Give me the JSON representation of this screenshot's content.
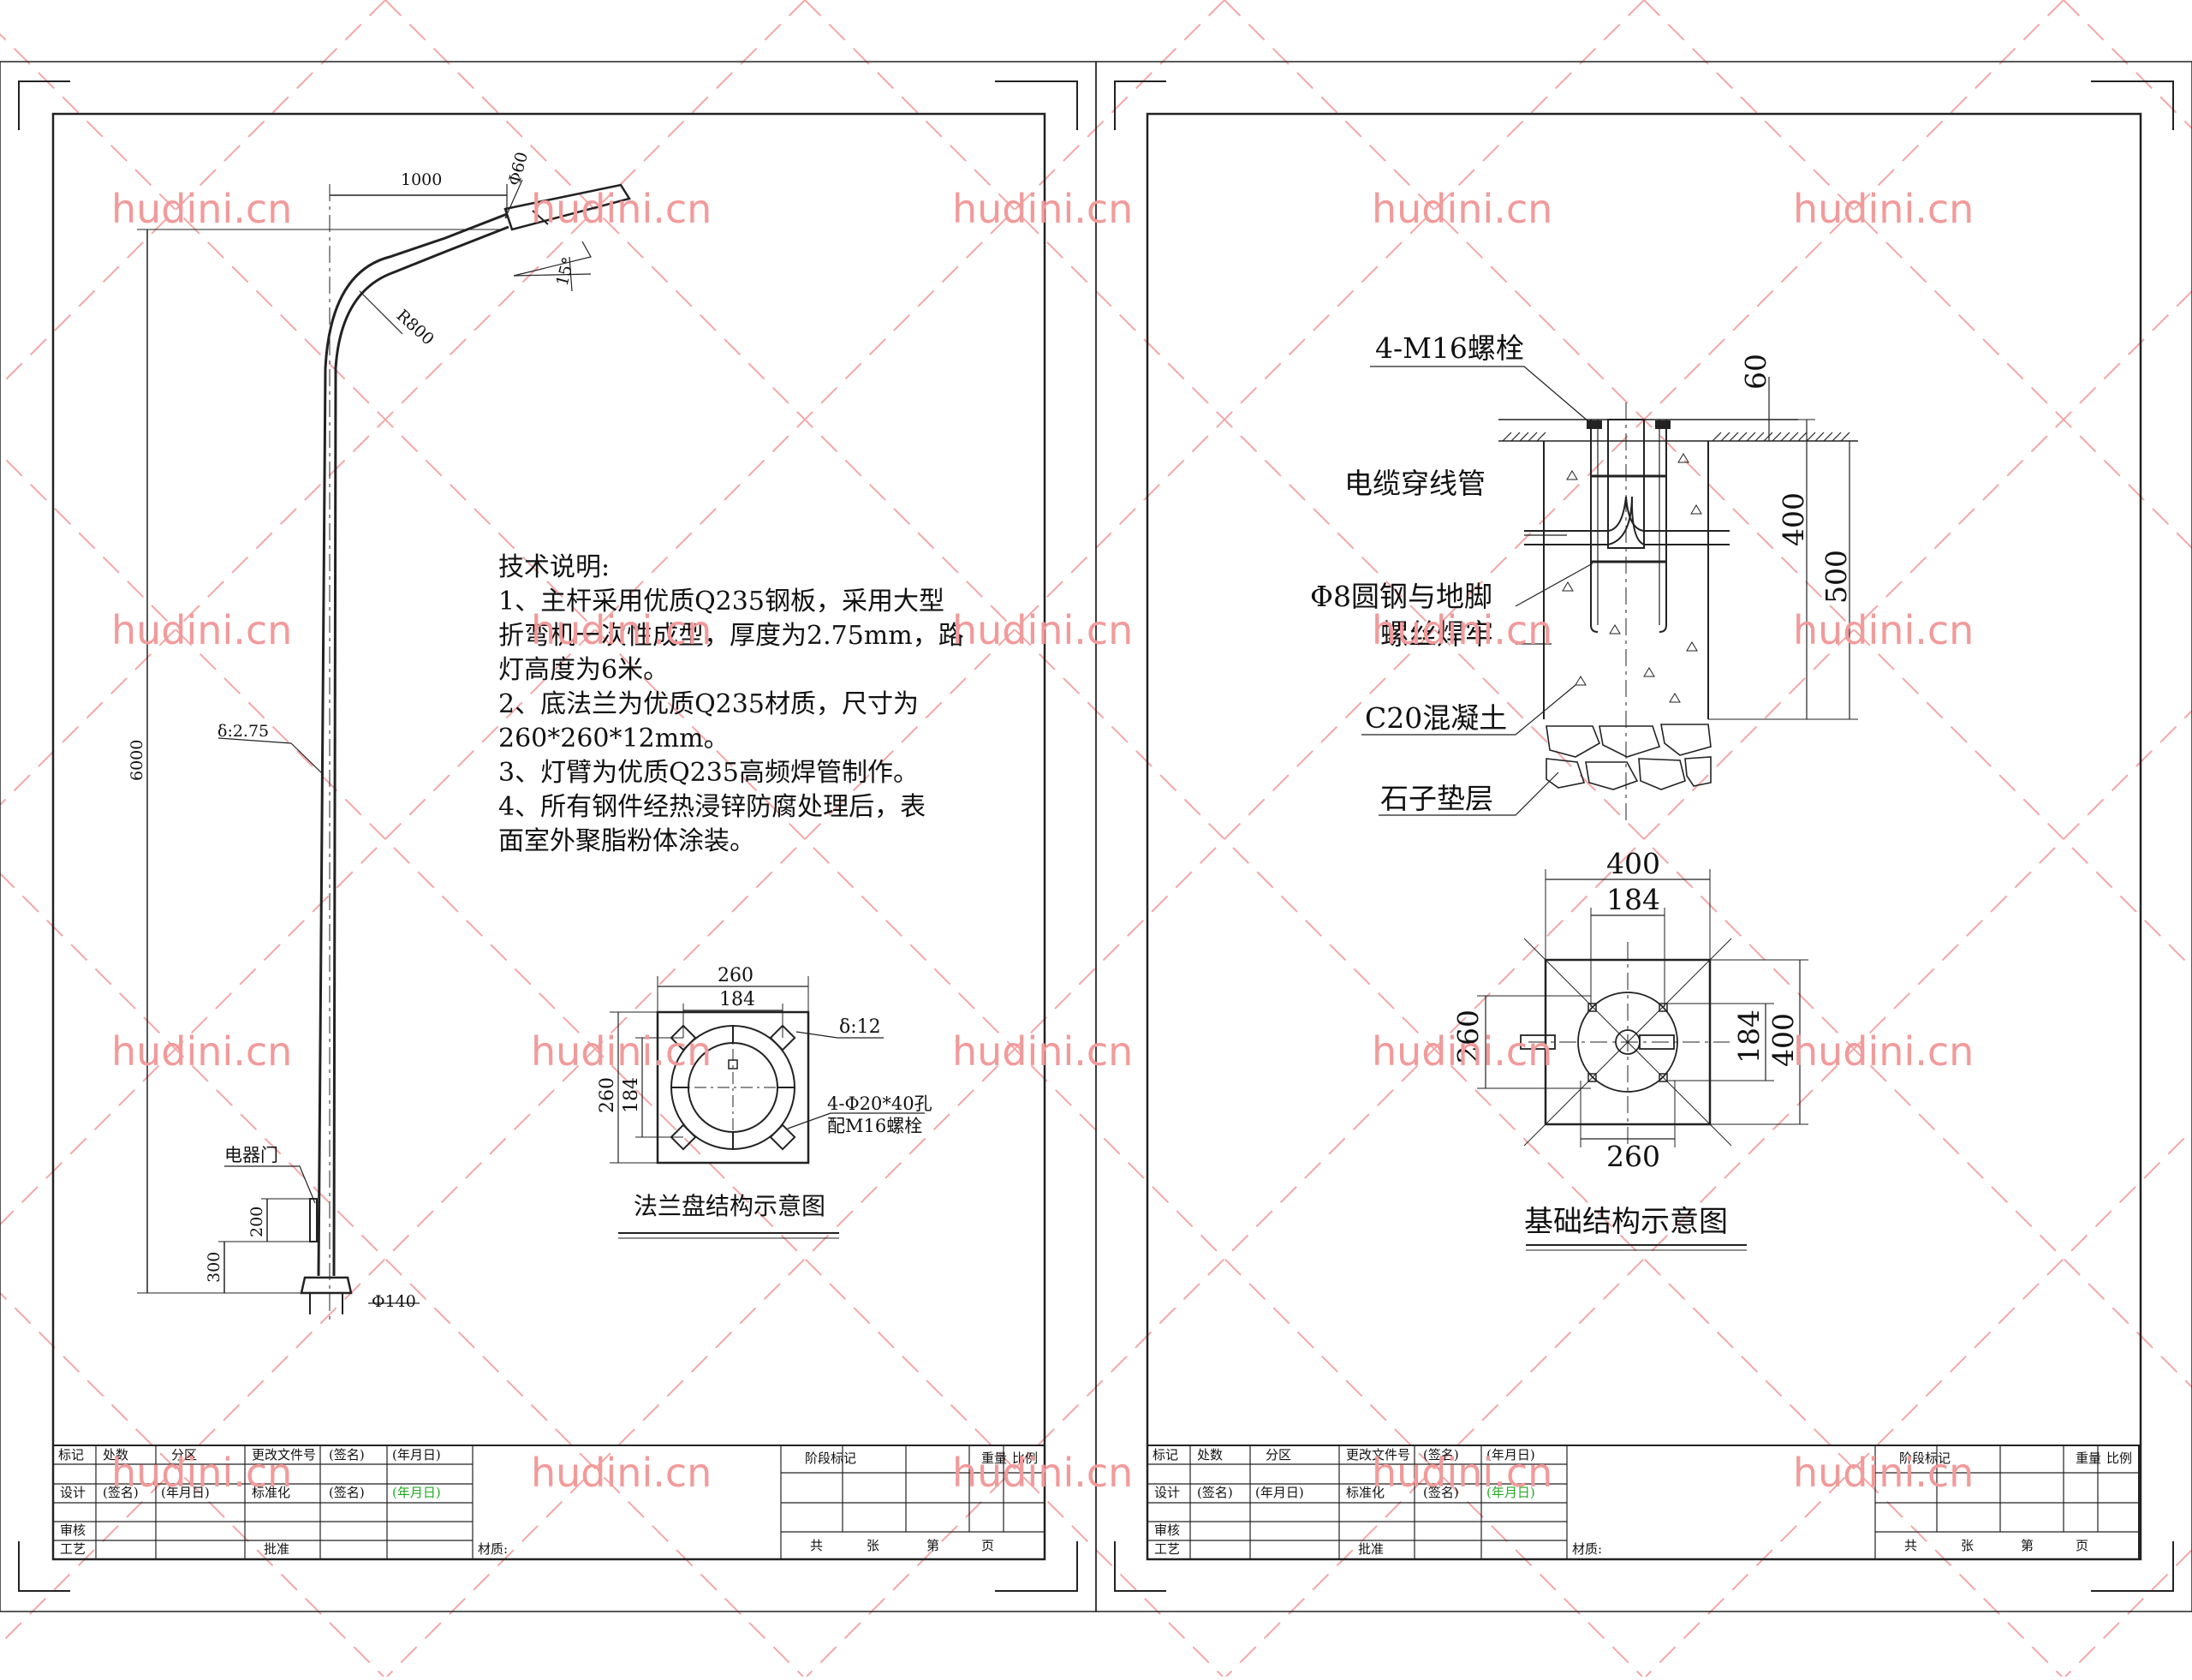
{
  "left": {
    "pole_dims": {
      "arm": "1000",
      "pipe": "Φ60",
      "angle": "15°",
      "radius": "R800",
      "height": "6000",
      "thickness": "δ:2.75",
      "door_h": "200",
      "door_base": "300",
      "base_dia": "Φ140"
    },
    "door_label": "电器门",
    "tech_title": "技术说明:",
    "tech_lines": [
      "1、主杆采用优质Q235钢板，采用大型",
      "折弯机一次性成型，厚度为2.75mm，路",
      "灯高度为6米。",
      "2、底法兰为优质Q235材质，尺寸为",
      "260*260*12mm。",
      "3、灯臂为优质Q235高频焊管制作。",
      "4、所有钢件经热浸锌防腐处理后，表",
      "面室外聚脂粉体涂装。"
    ],
    "flange": {
      "w": "260",
      "w2": "184",
      "h": "260",
      "h2": "184",
      "thick": "δ:12",
      "holes": "4-Φ20*40孔",
      "bolts": "配M16螺栓",
      "title": "法兰盘结构示意图"
    }
  },
  "right": {
    "labels": {
      "bolt": "4-M16螺栓",
      "conduit": "电缆穿线管",
      "steel1": "Φ8圆钢与地脚",
      "steel2": "螺丝焊牢",
      "concrete": "C20混凝土",
      "gravel": "石子垫层"
    },
    "section_dims": {
      "d60": "60",
      "d400": "400",
      "d500": "500"
    },
    "plan_dims": {
      "w400": "400",
      "w184": "184",
      "h260": "260",
      "h184": "184",
      "h400": "400",
      "b260": "260"
    },
    "title": "基础结构示意图"
  },
  "title_block": {
    "row1": [
      "标记",
      "处数",
      "分区",
      "更改文件号",
      "(签名)",
      "(年月日)"
    ],
    "row2": [
      "设计",
      "(签名)",
      "(年月日)",
      "标准化",
      "(签名)",
      "(年月日)"
    ],
    "row3": [
      "审核"
    ],
    "row4": [
      "工艺",
      "批准"
    ],
    "material": "材质:",
    "stage": "阶段标记",
    "weight": "重量",
    "scale": "比例",
    "sheets": [
      "共",
      "张",
      "第",
      "页"
    ]
  },
  "watermark": "hudini.cn"
}
